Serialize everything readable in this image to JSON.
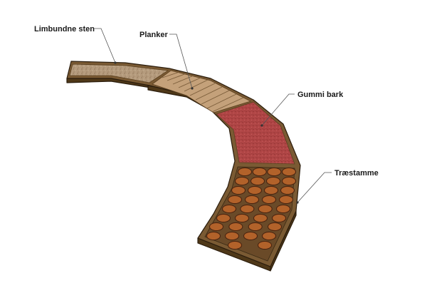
{
  "diagram": {
    "labels": {
      "stone": "Limbundne sten",
      "planks": "Planker",
      "rubber_bark": "Gummi bark",
      "log_rounds": "Træstamme"
    },
    "colors": {
      "frame_top": "#7a5a33",
      "frame_side": "#4f3818",
      "stone": "#b49a7c",
      "planks": "#c4a17a",
      "plank_lines": "#7b5d3a",
      "rubber_bark": "#b04646",
      "log_fill": "#b2622a",
      "log_ring": "#4a2410",
      "log_bed": "#6a4a28"
    }
  }
}
